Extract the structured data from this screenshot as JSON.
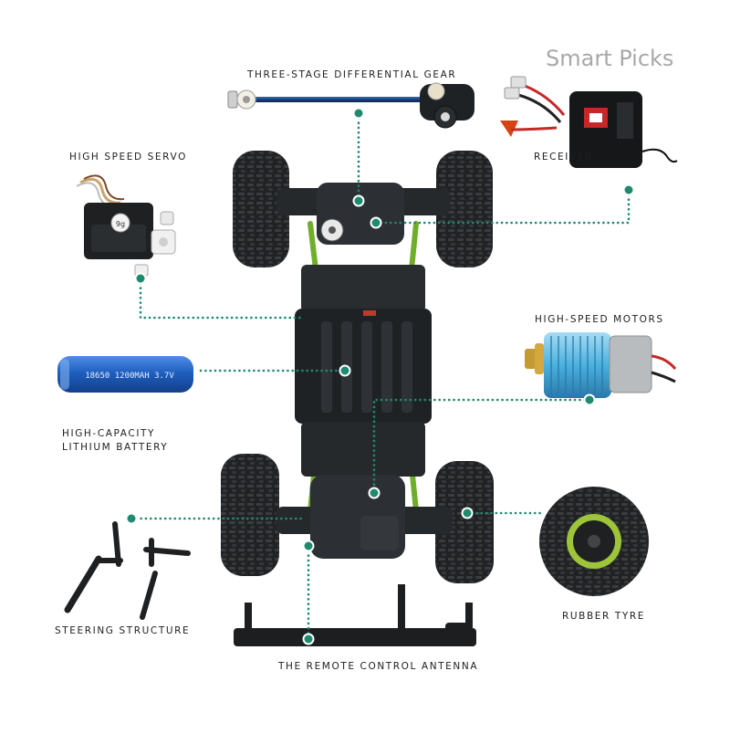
{
  "brand": "Smart Picks",
  "labels": {
    "differential": "THREE-STAGE DIFFERENTIAL GEAR",
    "servo": "HIGH SPEED SERVO",
    "receiver": "RECEIVER",
    "motors": "HIGH-SPEED MOTORS",
    "battery_line1": "HIGH-CAPACITY",
    "battery_line2": "LITHIUM BATTERY",
    "steering": "STEERING STRUCTURE",
    "tyre": "RUBBER TYRE",
    "antenna": "THE REMOTE CONTROL ANTENNA"
  },
  "battery_print": "18650 1200MAH 3.7V",
  "servo_print": "9g",
  "colors": {
    "leader": "#1e8a70",
    "chassis": "#1f2225",
    "accent_green": "#6fae2a",
    "battery": "#1f5fbf",
    "motor": "#4ab1e0"
  }
}
